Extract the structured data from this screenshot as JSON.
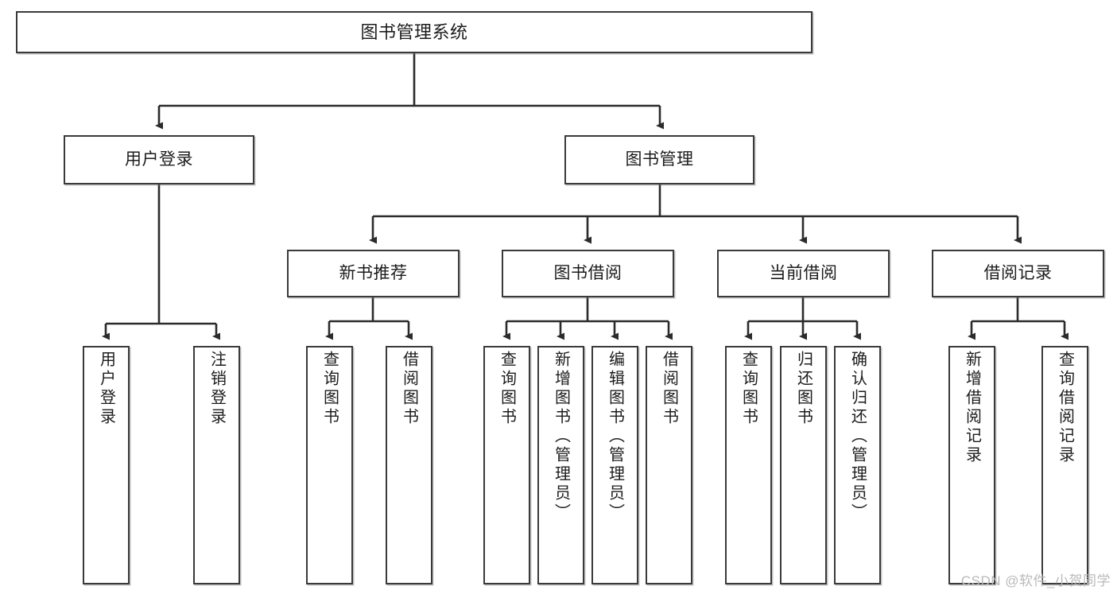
{
  "diagram": {
    "title": "图书管理系统",
    "type": "hierarchy-tree",
    "colors": {
      "box_border": "#3a3a3a",
      "box_fill": "#ffffff",
      "connector": "#2b2b2b",
      "watermark": "#b9b9b9"
    },
    "root": {
      "label": "图书管理系统"
    },
    "level2": [
      {
        "label": "用户登录"
      },
      {
        "label": "图书管理"
      }
    ],
    "level3": [
      {
        "label": "新书推荐"
      },
      {
        "label": "图书借阅"
      },
      {
        "label": "当前借阅"
      },
      {
        "label": "借阅记录"
      }
    ],
    "leaves": {
      "user_login": [
        {
          "label": "用户登录"
        },
        {
          "label": "注销登录"
        }
      ],
      "new_book_recommend": [
        {
          "label": "查询图书"
        },
        {
          "label": "借阅图书"
        }
      ],
      "book_borrow": [
        {
          "label": "查询图书"
        },
        {
          "label": "新增图书（管理员）"
        },
        {
          "label": "编辑图书（管理员）"
        },
        {
          "label": "借阅图书"
        }
      ],
      "current_borrow": [
        {
          "label": "查询图书"
        },
        {
          "label": "归还图书"
        },
        {
          "label": "确认归还（管理员）"
        }
      ],
      "borrow_record": [
        {
          "label": "新增借阅记录"
        },
        {
          "label": "查询借阅记录"
        }
      ]
    }
  },
  "watermark": {
    "text": "CSDN @软件_小贺同学"
  }
}
